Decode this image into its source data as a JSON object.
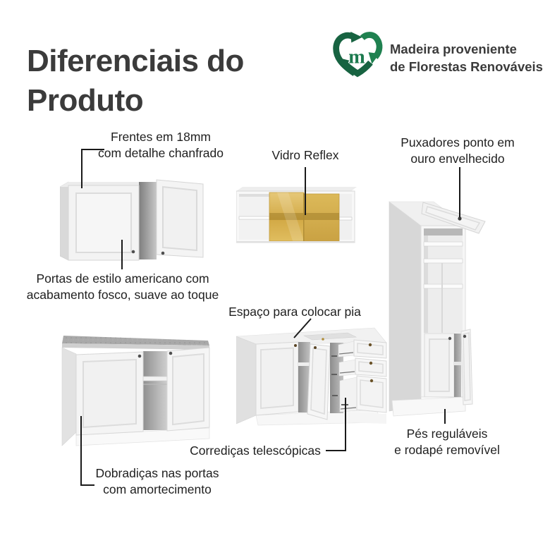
{
  "header": {
    "title": "Diferenciais do Produto",
    "eco_badge": {
      "icon": "recycle-heart-icon",
      "icon_letter": "m",
      "line1": "Madeira proveniente",
      "line2": "de Florestas Renováveis"
    }
  },
  "callouts": {
    "frentes": {
      "text": "Frentes em 18mm\ncom detalhe chanfrado"
    },
    "vidro": {
      "text": "Vidro Reflex"
    },
    "puxadores": {
      "text": "Puxadores ponto em\nouro envelhecido"
    },
    "portas": {
      "text": "Portas de estilo americano com\nacabamento fosco, suave ao toque"
    },
    "espaco": {
      "text": "Espaço para colocar pia"
    },
    "corredicas": {
      "text": "Corrediças telescópicas"
    },
    "pes": {
      "text": "Pés reguláveis\ne rodapé removível"
    },
    "dobradicas": {
      "text": "Dobradiças nas portas\ncom amortecimento"
    }
  },
  "colors": {
    "title_text": "#3b3b3b",
    "label_text": "#1f1f1f",
    "callout_line": "#1a1a1a",
    "logo_green_dark": "#176341",
    "logo_green_light": "#1f8150",
    "cabinet_white": "#f4f4f4",
    "glass_gold": "#d8b259",
    "countertop_gray": "#a9a9a9",
    "knob_bronze": "#6b5329"
  }
}
